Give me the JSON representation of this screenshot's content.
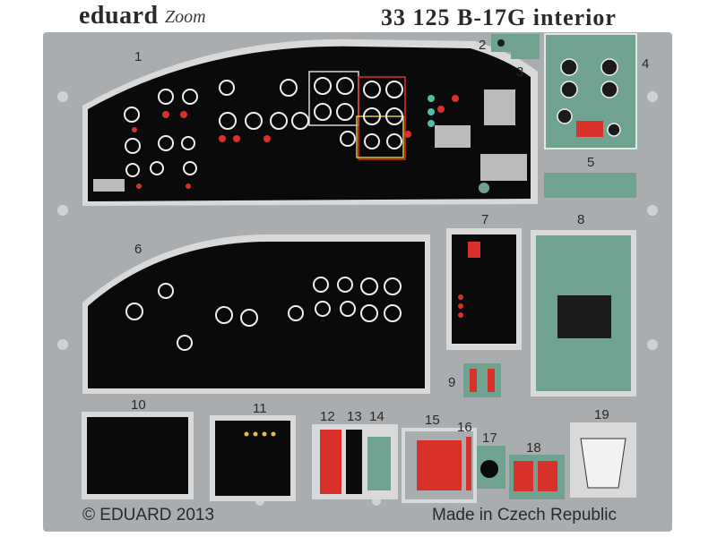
{
  "header": {
    "brand": "eduard",
    "zoom_logo": "Zoom",
    "set_title": "33 125  B-17G interior"
  },
  "footer": {
    "copyright": "© EDUARD 2013",
    "made_in": "Made in Czech Republic"
  },
  "part_numbers": [
    "1",
    "2",
    "3",
    "4",
    "5",
    "6",
    "7",
    "8",
    "9",
    "10",
    "11",
    "12",
    "13",
    "14",
    "15",
    "16",
    "17",
    "18",
    "19"
  ],
  "colors": {
    "fret_metal": "#a9adb0",
    "panel_black": "#0a0a0a",
    "interior_green": "#6fa38f",
    "warning_red": "#d8312c",
    "instrument_white": "#f2f2f2"
  }
}
